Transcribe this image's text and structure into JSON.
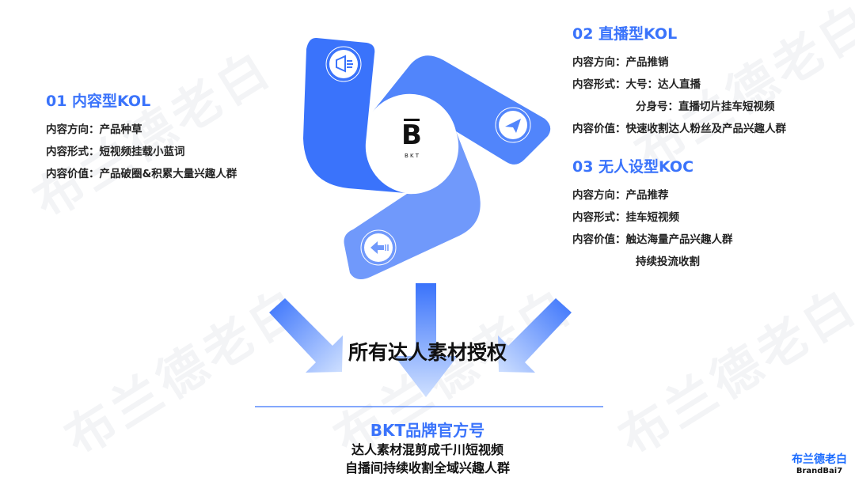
{
  "watermark": "布兰德老白",
  "left_block": {
    "title": "01 内容型KOL",
    "lines": [
      "内容方向：产品种草",
      "内容形式：短视频挂载小蓝词",
      "内容价值：产品破圈&积累大量兴趣人群"
    ]
  },
  "right_block_1": {
    "title": "02 直播型KOL",
    "lines": [
      "内容方向：产品推销",
      "内容形式：大号：达人直播",
      "分身号：直播切片挂车短视频",
      "内容价值：快速收割达人粉丝及产品兴趣人群"
    ]
  },
  "right_block_2": {
    "title": "03 无人设型KOC",
    "lines": [
      "内容方向：产品推荐",
      "内容形式：挂车短视频",
      "内容价值：触达海量产品兴趣人群",
      "持续投流收割"
    ]
  },
  "logo": {
    "letter": "B",
    "text": "B K T"
  },
  "center_title": "所有达人素材授权",
  "bottom": {
    "title": "BKT品牌官方号",
    "line1": "达人素材混剪成千川短视频",
    "line2": "自播间持续收割全域兴趣人群"
  },
  "brand": {
    "cn": "布兰德老白",
    "en": "BrandBai7"
  },
  "colors": {
    "blue1": "#3a73fb",
    "blue2": "#5185fb",
    "blue3": "#7099fb"
  }
}
